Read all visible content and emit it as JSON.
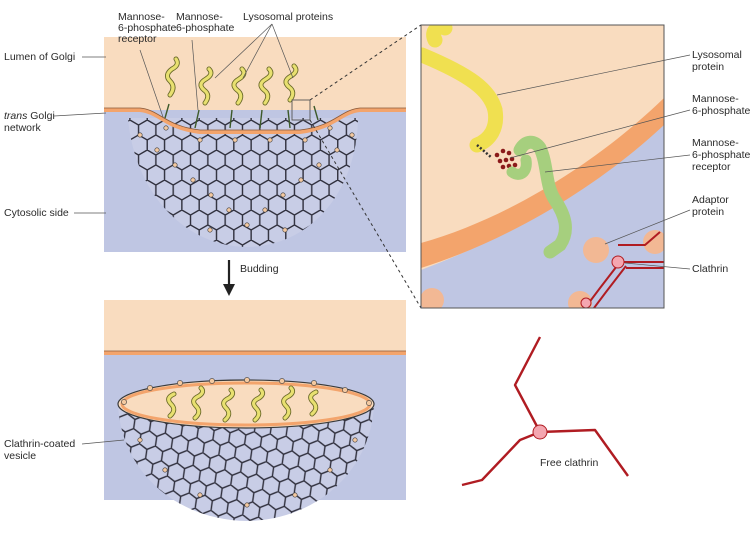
{
  "labels": {
    "m6p_receptor_top": [
      "Mannose-",
      "6-phosphate",
      "receptor"
    ],
    "m6p_top": [
      "Mannose-",
      "6-phosphate"
    ],
    "lysosomal_proteins": "Lysosomal proteins",
    "lumen_of_golgi": "Lumen of Golgi",
    "trans_golgi_italic": "trans",
    "trans_golgi_rest": " Golgi",
    "trans_golgi_line2": "network",
    "cytosolic_side": "Cytosolic side",
    "budding": "Budding",
    "clathrin_coated_vesicle": [
      "Clathrin-coated",
      "vesicle"
    ],
    "inset_lysosomal_protein": [
      "Lysosomal",
      "protein"
    ],
    "inset_m6p": [
      "Mannose-",
      "6-phosphate"
    ],
    "inset_m6p_receptor": [
      "Mannose-",
      "6-phosphate",
      "receptor"
    ],
    "inset_adaptor_protein": [
      "Adaptor",
      "protein"
    ],
    "inset_clathrin": "Clathrin",
    "free_clathrin": "Free clathrin"
  },
  "colors": {
    "lumen": "#f9dcbf",
    "cytosol": "#bfc6e3",
    "membrane": "#f3a46c",
    "protein": "#e8e070",
    "receptor": "#a6cf7e",
    "clathrin_red": "#b01c22",
    "lattice": "#2f2f3c",
    "vertex": "#f4c9a0"
  }
}
